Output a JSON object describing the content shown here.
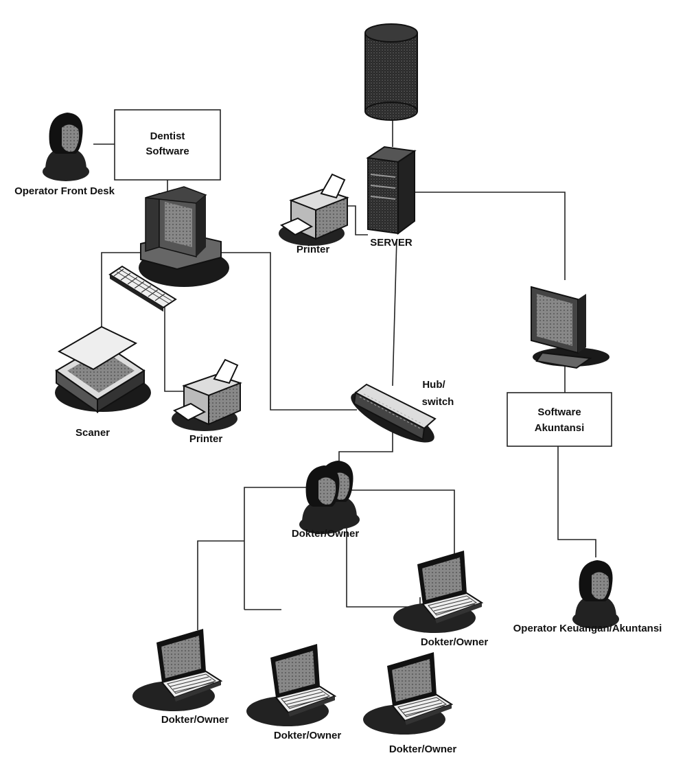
{
  "boxes": {
    "dentist_software": {
      "line1": "Dentist",
      "line2": "Software"
    },
    "software_akuntansi": {
      "line1": "Software",
      "line2": "Akuntansi"
    }
  },
  "labels": {
    "operator_front_desk": "Operator Front Desk",
    "printer_left": "Printer",
    "printer_top": "Printer",
    "server": "SERVER",
    "scanner": "Scaner",
    "hub_line1": "Hub/",
    "hub_line2": "switch",
    "dokter_owner_center": "Dokter/Owner",
    "dokter_owner_right": "Dokter/Owner",
    "dokter_owner_bottom_left": "Dokter/Owner",
    "dokter_owner_bottom_mid": "Dokter/Owner",
    "dokter_owner_bottom_right": "Dokter/Owner",
    "operator_keuangan": "Operator Keuangan/Akuntansi"
  },
  "icons": [
    "person-icon",
    "database-icon",
    "server-tower-icon",
    "desktop-computer-icon",
    "keyboard-icon",
    "scanner-icon",
    "printer-icon",
    "hub-switch-icon",
    "monitor-icon",
    "laptop-icon"
  ]
}
